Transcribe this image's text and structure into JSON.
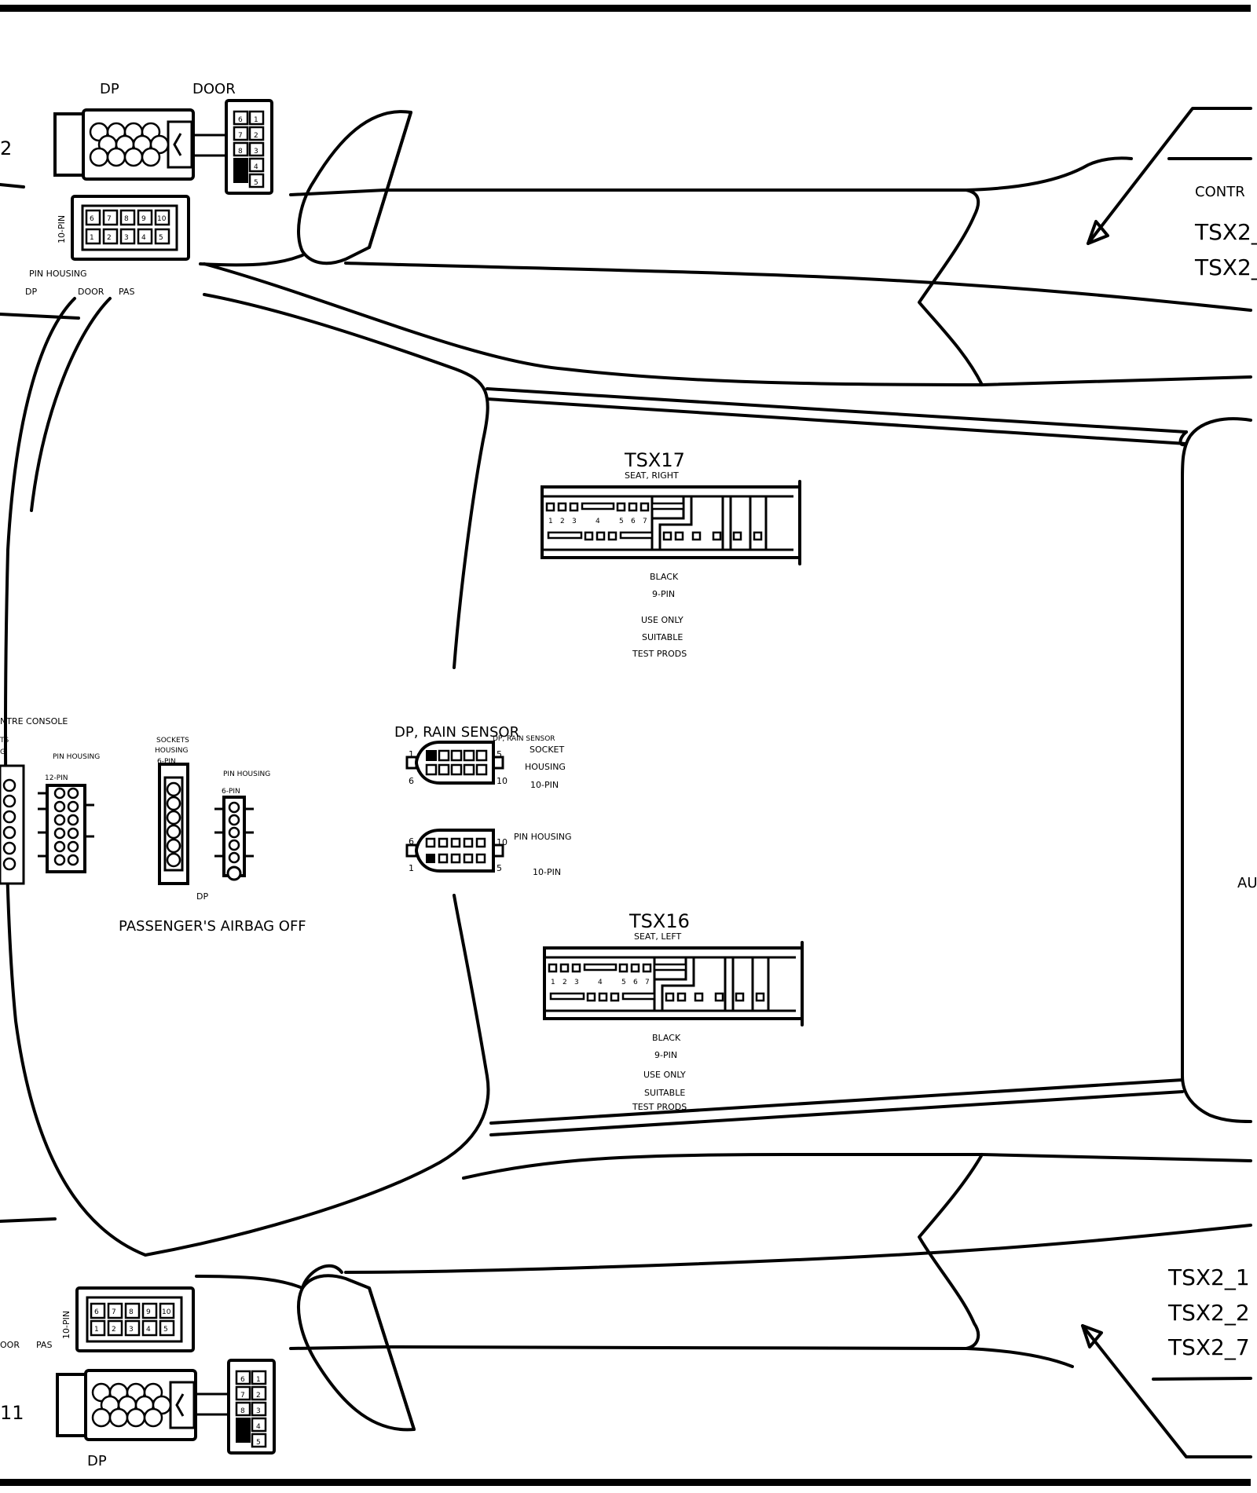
{
  "top_left": {
    "dp": "DP",
    "door": "DOOR",
    "pin_10": "10-PIN",
    "pin_housing": "PIN HOUSING",
    "row": [
      "DP",
      "DOOR",
      "PAS"
    ],
    "edge": "2"
  },
  "top_right": {
    "label": "CONTR",
    "lines": [
      "TSX2_",
      "TSX2_"
    ]
  },
  "tsx17": {
    "title": "TSX17",
    "subtitle": "SEAT, RIGHT",
    "notes": [
      "BLACK",
      "9-PIN",
      "USE ONLY",
      "SUITABLE",
      "TEST PRODS"
    ]
  },
  "tsx16": {
    "title": "TSX16",
    "subtitle": "SEAT, LEFT",
    "notes": [
      "BLACK",
      "9-PIN",
      "USE ONLY",
      "SUITABLE",
      "TEST PRODS"
    ]
  },
  "centre": {
    "console": "NTRE CONSOLE",
    "ts": "TS",
    "g": "G",
    "pin_housing_a": "PIN HOUSING",
    "pin_12": "12-PIN",
    "sockets": "SOCKETS",
    "housing": "HOUSING",
    "pin_6": "6-PIN",
    "pin_housing_b": "PIN HOUSING",
    "pin_6b": "6-PIN",
    "dp": "DP",
    "airbag": "PASSENGER'S AIRBAG OFF"
  },
  "rain_sensor": {
    "title": "DP, RAIN SENSOR",
    "small": "DP, RAIN SENSOR",
    "socket": "SOCKET",
    "housing": "HOUSING",
    "pin10": "10-PIN",
    "pin_housing": "PIN HOUSING",
    "pin10b": "10-PIN",
    "num": [
      "1",
      "5",
      "6",
      "10",
      "6",
      "10",
      "1",
      "5"
    ]
  },
  "right_mid": {
    "label": "AU"
  },
  "bottom_left": {
    "pin_10": "10-PIN",
    "row": [
      "OOR",
      "PAS"
    ],
    "dp": "DP",
    "edge": "11"
  },
  "bottom_right": {
    "lines": [
      "TSX2_1",
      "TSX2_2",
      "TSX2_7"
    ]
  }
}
